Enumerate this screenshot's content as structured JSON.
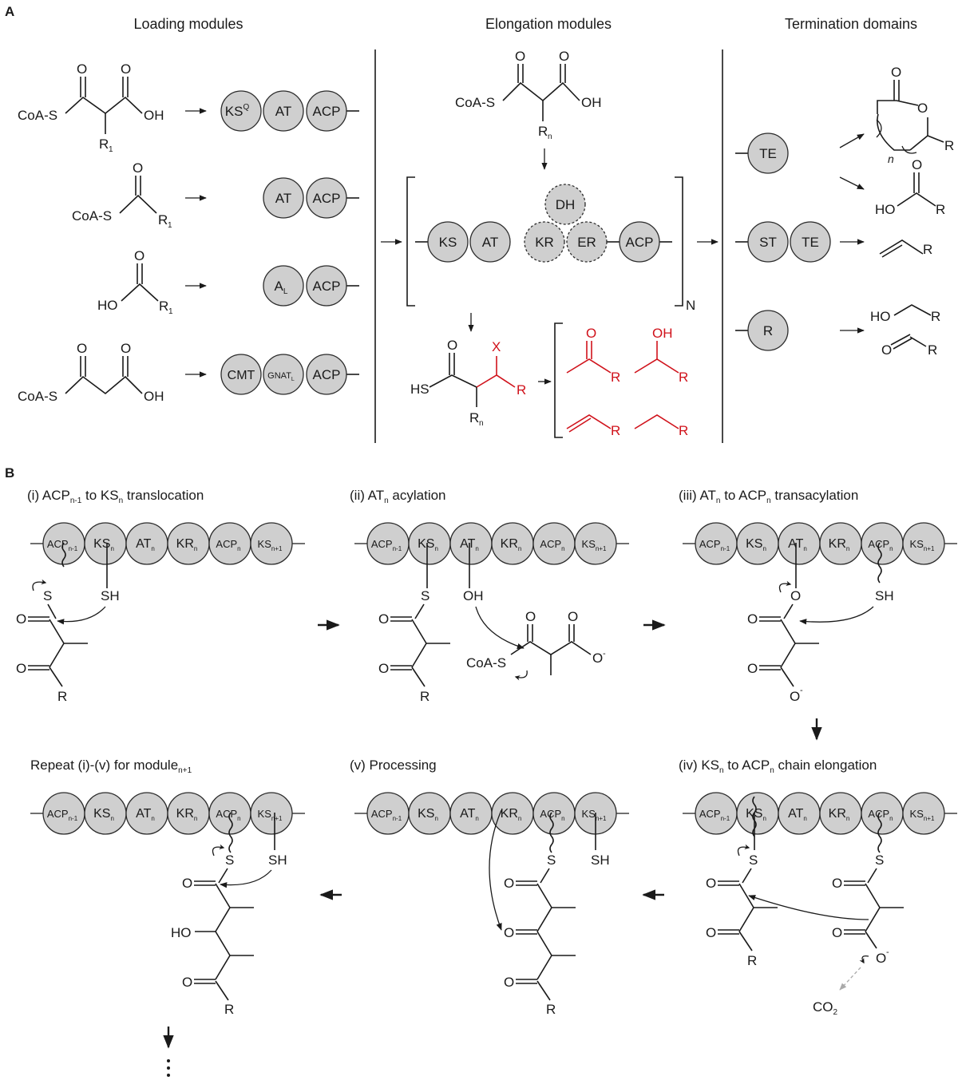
{
  "panel_a": {
    "label": "A",
    "headers": {
      "loading": "Loading modules",
      "elongation": "Elongation modules",
      "termination": "Termination domains"
    },
    "loading_rows": [
      {
        "substrate": "CoA-S malonyl (R1)",
        "domains": [
          "KSQ",
          "AT",
          "ACP"
        ]
      },
      {
        "substrate": "CoA-S acyl (R1)",
        "domains": [
          "AT",
          "ACP"
        ]
      },
      {
        "substrate": "carboxylic acid (R1)",
        "domains": [
          "AL",
          "ACP"
        ]
      },
      {
        "substrate": "malonyl-CoA",
        "domains": [
          "CMT",
          "GNATL",
          "ACP"
        ]
      }
    ],
    "elongation_domains": [
      "KS",
      "AT",
      "KR",
      "ER",
      "ACP",
      "DH"
    ],
    "optional_domains": [
      "DH",
      "KR",
      "ER"
    ],
    "repeat_label": "N",
    "termination_rows": [
      {
        "domains": [
          "TE"
        ],
        "products": [
          "lactone",
          "carboxylic acid"
        ]
      },
      {
        "domains": [
          "ST",
          "TE"
        ],
        "products": [
          "terminal alkene"
        ]
      },
      {
        "domains": [
          "R"
        ],
        "products": [
          "alcohol",
          "aldehyde"
        ]
      }
    ]
  },
  "panel_b": {
    "label": "B",
    "steps": [
      {
        "num": "(i)",
        "title": "translocation",
        "text": "ACP"
      },
      {
        "num": "(ii)",
        "title": "acylation"
      },
      {
        "num": "(iii)",
        "title": "transacylation"
      },
      {
        "num": "(iv)",
        "title": "chain elongation"
      },
      {
        "num": "(v)",
        "title": "Processing"
      },
      {
        "num": "Repeat",
        "title": "(i)-(v) for module"
      }
    ],
    "titles": {
      "s1": [
        "(i) ACP",
        "n-1",
        " to KS",
        "n",
        " translocation"
      ],
      "s2": [
        "(ii) AT",
        "n",
        " acylation"
      ],
      "s3": [
        "(iii) AT",
        "n",
        " to ACP",
        "n",
        " transacylation"
      ],
      "s4": [
        "(iv) KS",
        "n",
        " to ACP",
        "n",
        " chain elongation"
      ],
      "s5": [
        "(v) Processing"
      ],
      "s6": [
        "Repeat (i)-(v) for module",
        "n+1"
      ]
    },
    "chain_domains": [
      [
        "ACP",
        "n-1"
      ],
      [
        "KS",
        "n"
      ],
      [
        "AT",
        "n"
      ],
      [
        "KR",
        "n"
      ],
      [
        "ACP",
        "n"
      ],
      [
        "KS",
        "n+1"
      ]
    ],
    "byproduct": "CO2"
  },
  "colors": {
    "domain_fill": "#cfcfcf",
    "modification_red": "#d0121b",
    "ink": "#1a1a1a"
  }
}
